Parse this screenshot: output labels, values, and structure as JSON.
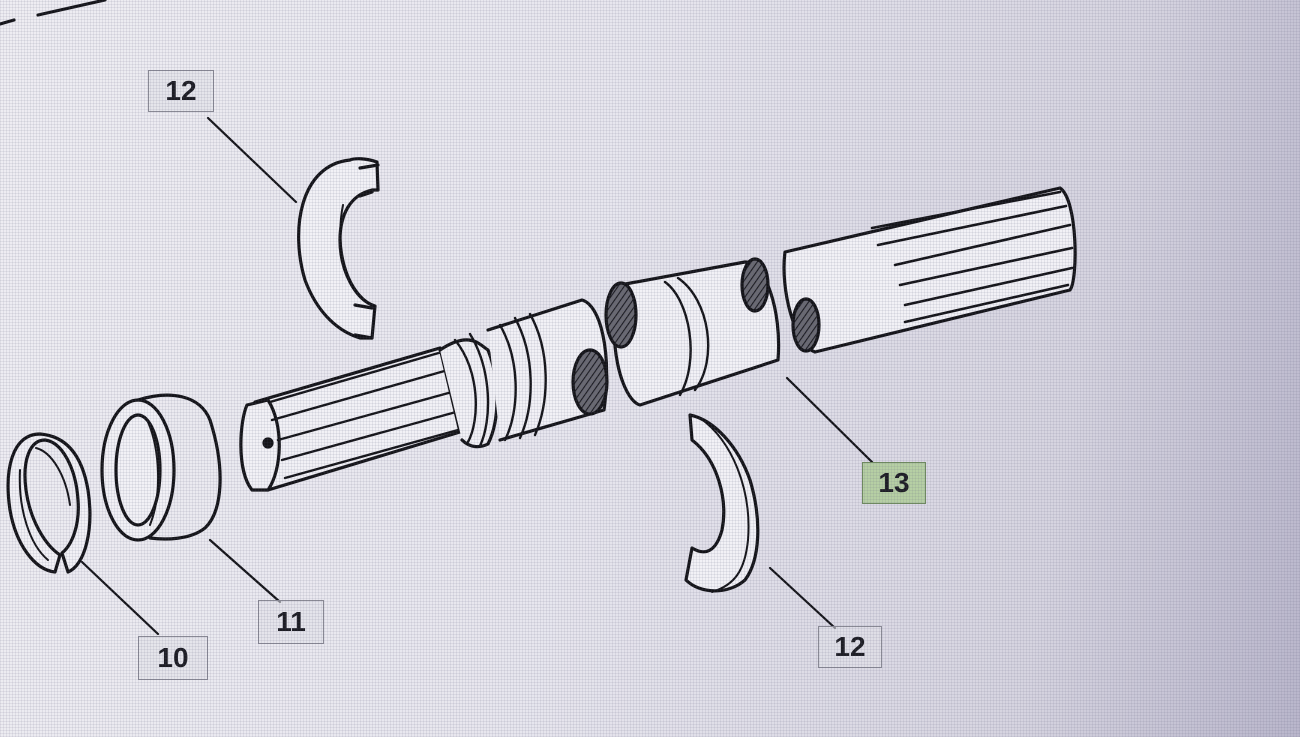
{
  "diagram": {
    "type": "exploded-parts-view",
    "subject": "splined shaft coupling assembly",
    "selected_callout": "13",
    "colors": {
      "paper": "#e8e7ef",
      "ink": "#141418",
      "callout_border": "#8a8a95",
      "callout_active_fill": "#b6cfa4",
      "screen_edge_tint": "#b9b6cb"
    },
    "callouts": [
      {
        "id": "callout-12-top",
        "label": "12",
        "part": "half-moon key (upper)",
        "active": false
      },
      {
        "id": "callout-13",
        "label": "13",
        "part": "splined shaft with coupler",
        "active": true
      },
      {
        "id": "callout-10",
        "label": "10",
        "part": "snap ring",
        "active": false
      },
      {
        "id": "callout-11",
        "label": "11",
        "part": "collar / bushing",
        "active": false
      },
      {
        "id": "callout-12-bottom",
        "label": "12",
        "part": "half-moon key (lower)",
        "active": false
      }
    ]
  }
}
